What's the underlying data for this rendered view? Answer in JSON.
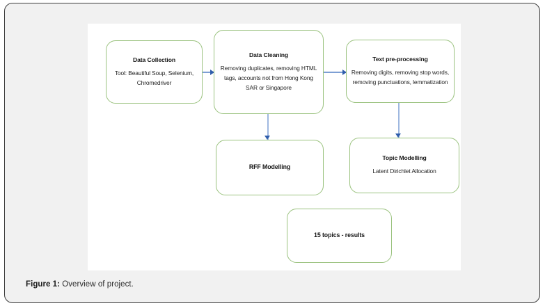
{
  "figure": {
    "caption_label": "Figure 1:",
    "caption_text": "Overview of project.",
    "colors": {
      "node_border": "#9ac27e",
      "arrow": "#2f5dab",
      "connector_line": "#7d9fd4",
      "card_background": "#f1f1f1",
      "canvas_background": "#ffffff",
      "card_border": "#3b3b3b"
    }
  },
  "diagram": {
    "nodes": [
      {
        "id": "data-collection",
        "title": "Data Collection",
        "body": "Tool: Beautiful Soup, Selenium, Chromedriver"
      },
      {
        "id": "data-cleaning",
        "title": "Data Cleaning",
        "body": "Removing duplicates, removing HTML tags, accounts not from Hong Kong SAR or Singapore"
      },
      {
        "id": "text-preprocessing",
        "title": "Text pre-processing",
        "body": "Removing digits, removing stop words, removing punctuations, lemmatization"
      },
      {
        "id": "rff-modelling",
        "title": "RFF Modelling",
        "body": ""
      },
      {
        "id": "topic-modelling",
        "title": "Topic Modelling",
        "body": "Latent Dirichlet Allocation"
      },
      {
        "id": "results",
        "title": "15 topics - results",
        "body": ""
      }
    ],
    "connectors": [
      {
        "id": "data-collection-to-data-cleaning",
        "from": "data-collection",
        "to": "data-cleaning",
        "direction": "right"
      },
      {
        "id": "data-cleaning-to-text-preprocessing",
        "from": "data-cleaning",
        "to": "text-preprocessing",
        "direction": "right"
      },
      {
        "id": "data-cleaning-to-rff-modelling",
        "from": "data-cleaning",
        "to": "rff-modelling",
        "direction": "down"
      },
      {
        "id": "text-preprocessing-to-topic-modelling",
        "from": "text-preprocessing",
        "to": "topic-modelling",
        "direction": "down"
      }
    ]
  }
}
